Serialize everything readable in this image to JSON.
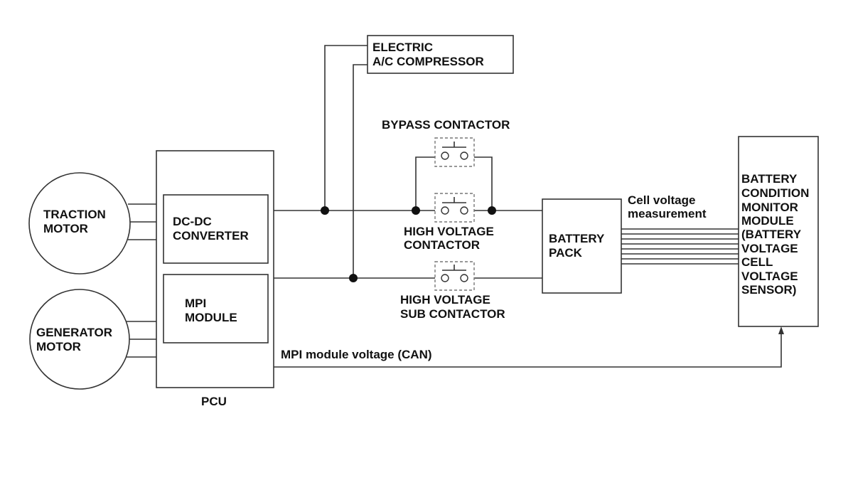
{
  "traction_motor": {
    "line1": "TRACTION",
    "line2": "MOTOR"
  },
  "generator_motor": {
    "line1": "GENERATOR",
    "line2": "MOTOR"
  },
  "dcdc_converter": {
    "line1": "DC-DC",
    "line2": "CONVERTER"
  },
  "mpi_module": {
    "line1": "MPI",
    "line2": "MODULE"
  },
  "pcu": {
    "label": "PCU"
  },
  "ac_compressor": {
    "line1": "ELECTRIC",
    "line2": "A/C COMPRESSOR"
  },
  "bypass_contactor": {
    "label": "BYPASS CONTACTOR"
  },
  "high_voltage_contactor": {
    "line1": "HIGH VOLTAGE",
    "line2": "CONTACTOR"
  },
  "high_voltage_sub_contactor": {
    "line1": "HIGH VOLTAGE",
    "line2": "SUB CONTACTOR"
  },
  "battery_pack": {
    "line1": "BATTERY",
    "line2": "PACK"
  },
  "cell_voltage": {
    "line1": "Cell voltage",
    "line2": "measurement"
  },
  "bcmm": {
    "lines": [
      "BATTERY",
      "CONDITION",
      "MONITOR",
      "MODULE",
      "(BATTERY",
      "VOLTAGE",
      "CELL",
      "VOLTAGE",
      "SENSOR)"
    ]
  },
  "mpi_voltage_can": {
    "label": "MPI module voltage (CAN)"
  }
}
